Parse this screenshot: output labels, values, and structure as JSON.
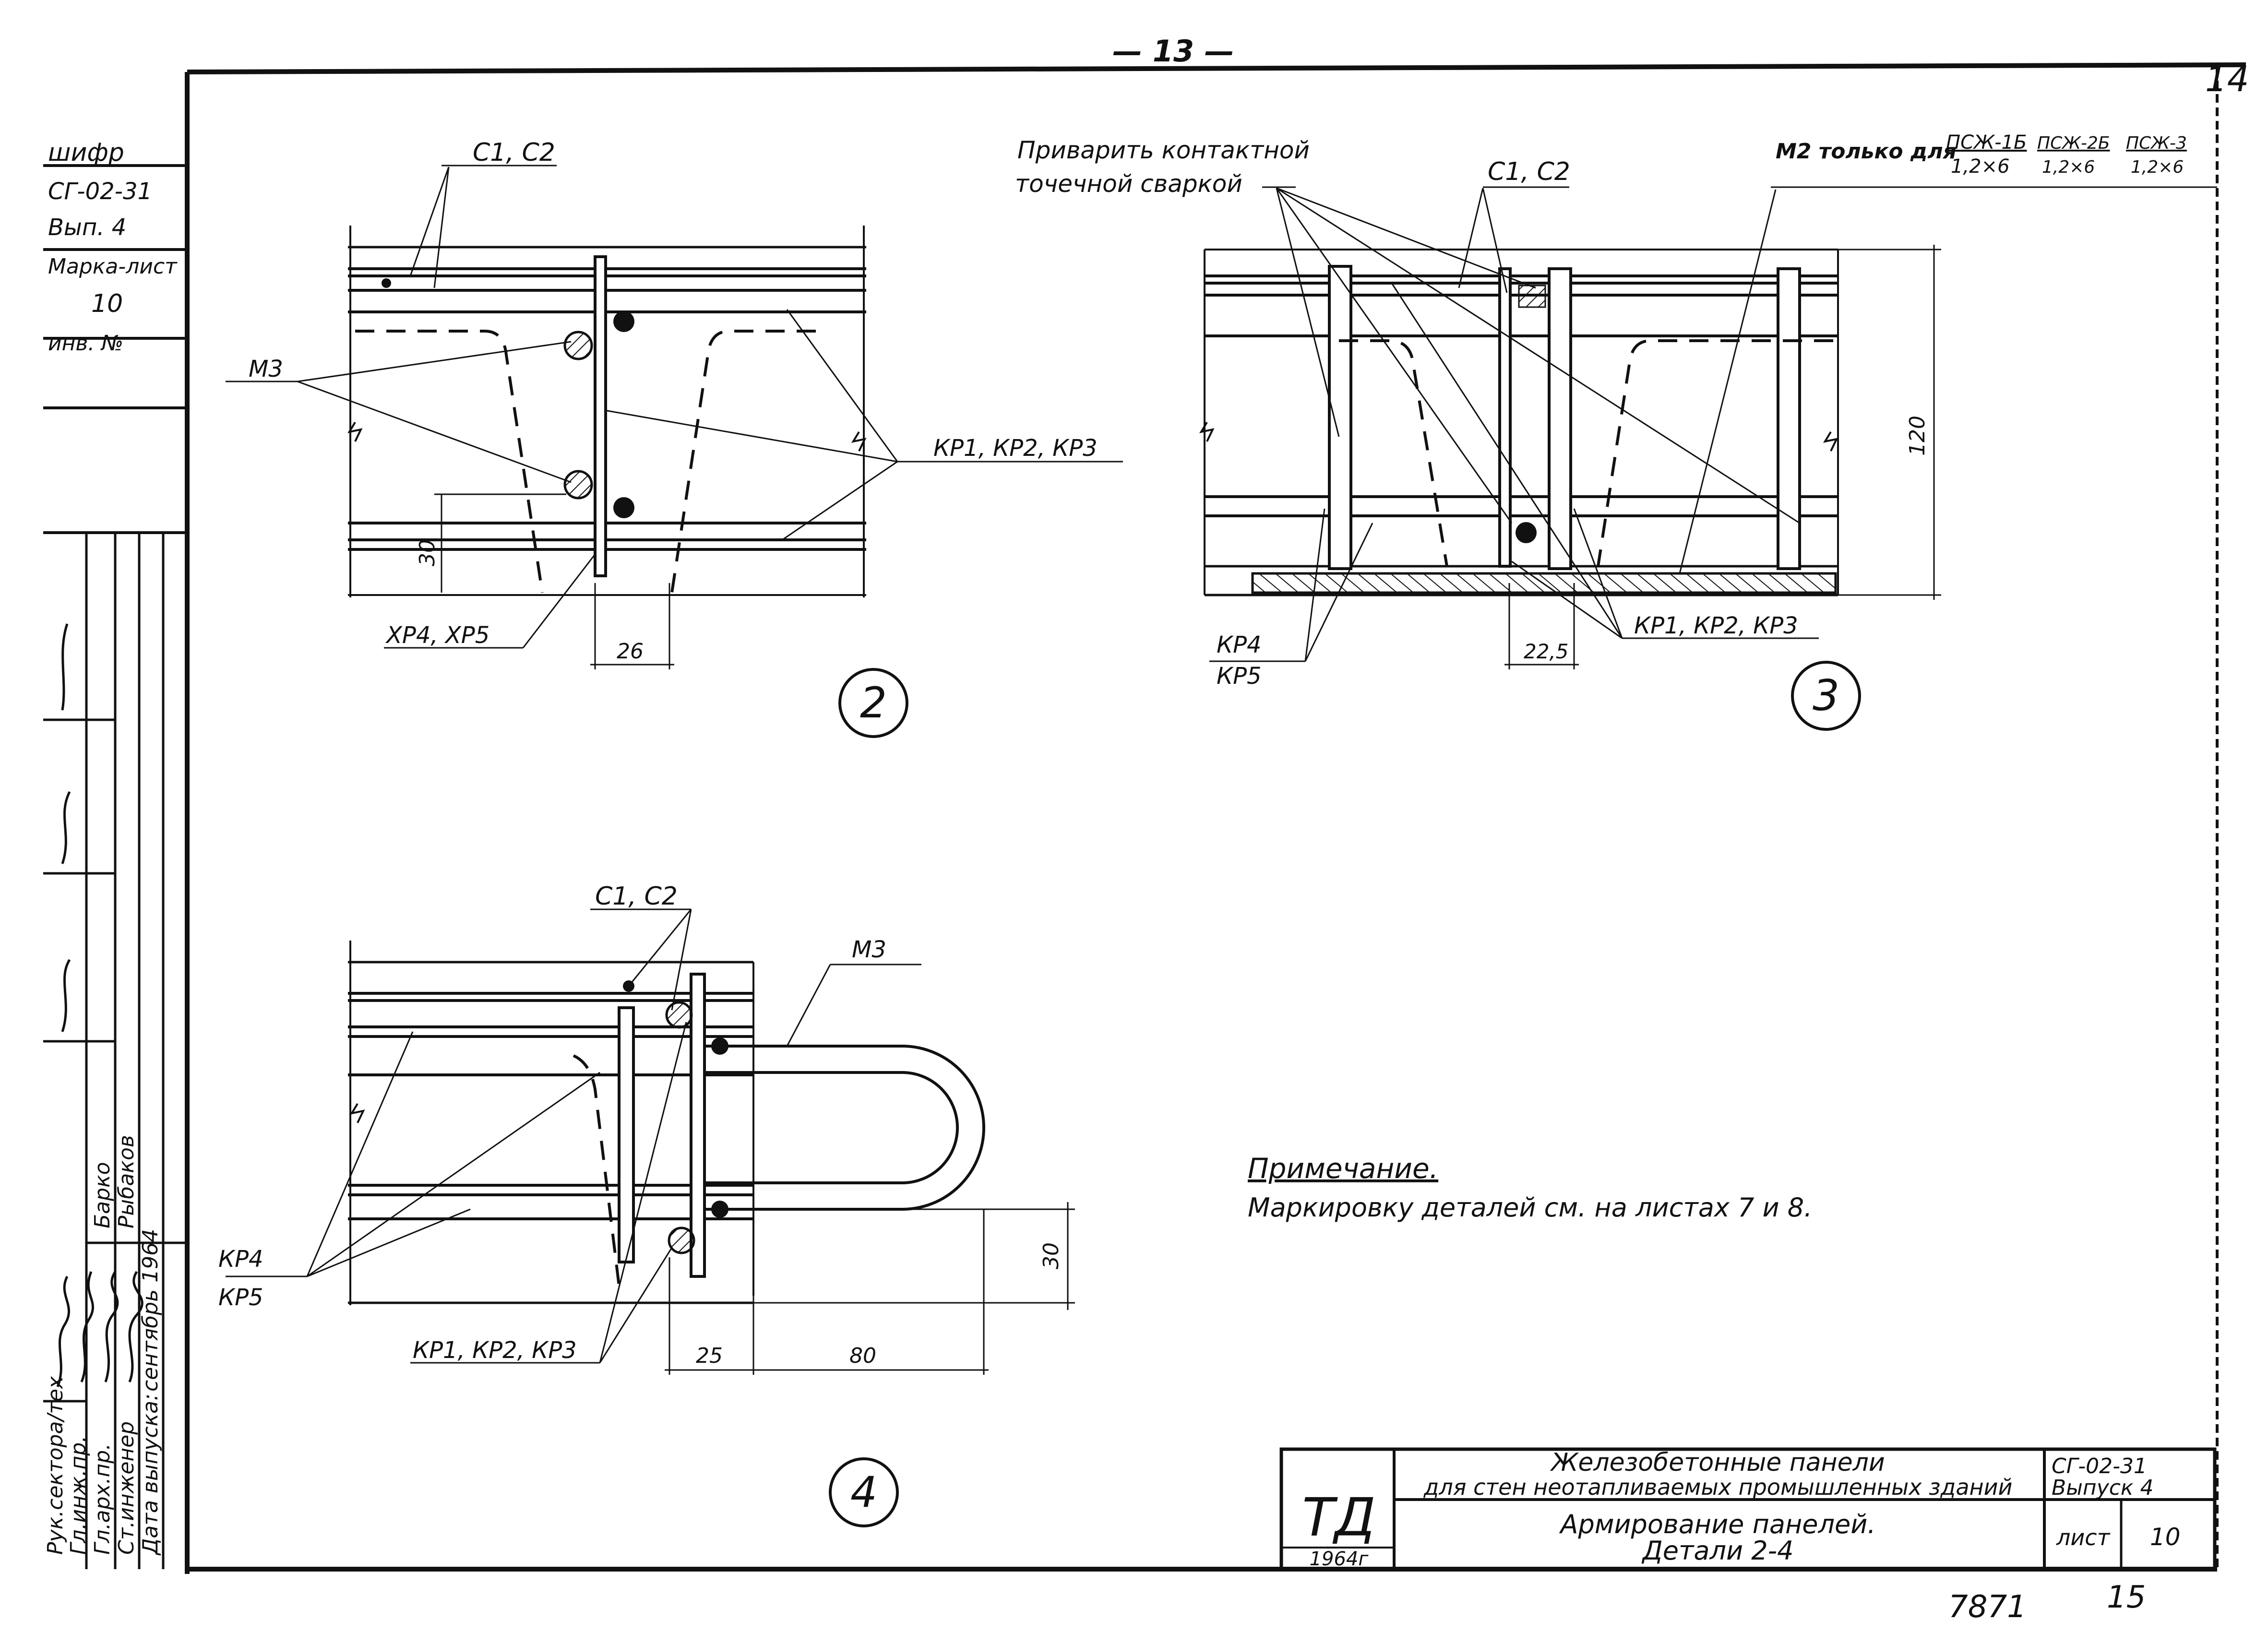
{
  "page": {
    "page_number": "— 13 —",
    "sheet_corner": "14",
    "bottom_number": "7871",
    "bottom_page": "15"
  },
  "stamp": {
    "cipher_label": "шифр",
    "cipher": "СГ-02-31",
    "issue": "Вып. 4",
    "mark_sheet_label": "Марка-лист",
    "mark_sheet": "10",
    "inv_label": "инв. №"
  },
  "signatures": {
    "roles": [
      "Рук.сектора/тех",
      "Гл.инж.пр.",
      "Гл.арх.пр.",
      "Ст.инженер",
      "Дата выпуска:"
    ],
    "names": [
      "Барко",
      "Рыбаков"
    ],
    "date": "сентябрь 1964"
  },
  "detail2": {
    "label_c": "С1, С2",
    "label_m": "М3",
    "label_kp": "КР1, КР2, КР3",
    "label_xp": "ХР4, ХР5",
    "dim_26": "26",
    "dim_30": "30",
    "number": "2"
  },
  "detail3": {
    "weld_note_1": "Приварить контактной",
    "weld_note_2": "точечной сваркой",
    "label_c": "С1, С2",
    "m2_note": "М2 только для",
    "frac1_num": "ПСЖ-1Б",
    "frac1_den": "1,2×6",
    "frac2_num": "ПСЖ-2Б",
    "frac2_den": "1,2×6",
    "frac3_num": "ПСЖ-3",
    "frac3_den": "1,2×6",
    "dim_120": "120",
    "dim_225": "22,5",
    "label_kp": "КР1, КР2, КР3",
    "label_kp4": "КР4",
    "label_kp5": "КР5",
    "number": "3"
  },
  "detail4": {
    "label_c": "С1, С2",
    "label_m": "М3",
    "label_kp4": "КР4",
    "label_kp5": "КР5",
    "label_kp": "КР1, КР2, КР3",
    "dim_25": "25",
    "dim_80": "80",
    "dim_30": "30",
    "number": "4"
  },
  "note": {
    "title": "Примечание.",
    "text": "Маркировку деталей см. на листах 7 и 8."
  },
  "title_block": {
    "logo": "ТД",
    "year": "1964г",
    "title_line1": "Железобетонные панели",
    "title_line2": "для стен неотапливаемых промышленных зданий",
    "subtitle_line1": "Армирование панелей.",
    "subtitle_line2": "Детали 2-4",
    "series": "СГ-02-31",
    "issue": "Выпуск 4",
    "sheet_label": "лист",
    "sheet": "10"
  }
}
